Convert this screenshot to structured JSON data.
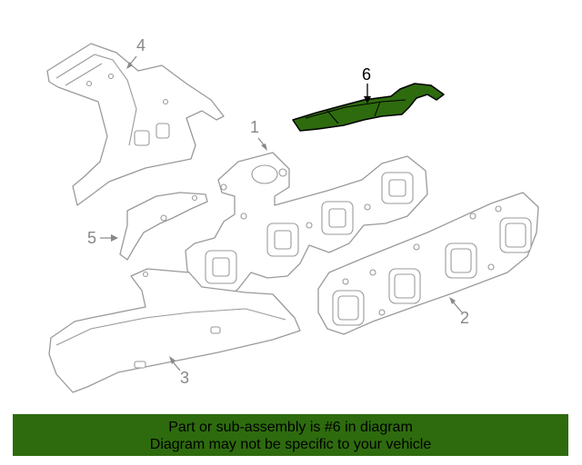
{
  "diagram": {
    "callouts": [
      {
        "id": "1",
        "label": "1"
      },
      {
        "id": "2",
        "label": "2"
      },
      {
        "id": "3",
        "label": "3"
      },
      {
        "id": "4",
        "label": "4"
      },
      {
        "id": "5",
        "label": "5"
      },
      {
        "id": "6",
        "label": "6"
      }
    ],
    "highlighted_part": "6",
    "highlight_color": "#2e6b0e"
  },
  "banner": {
    "line1": "Part or sub-assembly is #6 in diagram",
    "line2": "Diagram may not be specific to your vehicle",
    "background": "#2e6b0e"
  }
}
